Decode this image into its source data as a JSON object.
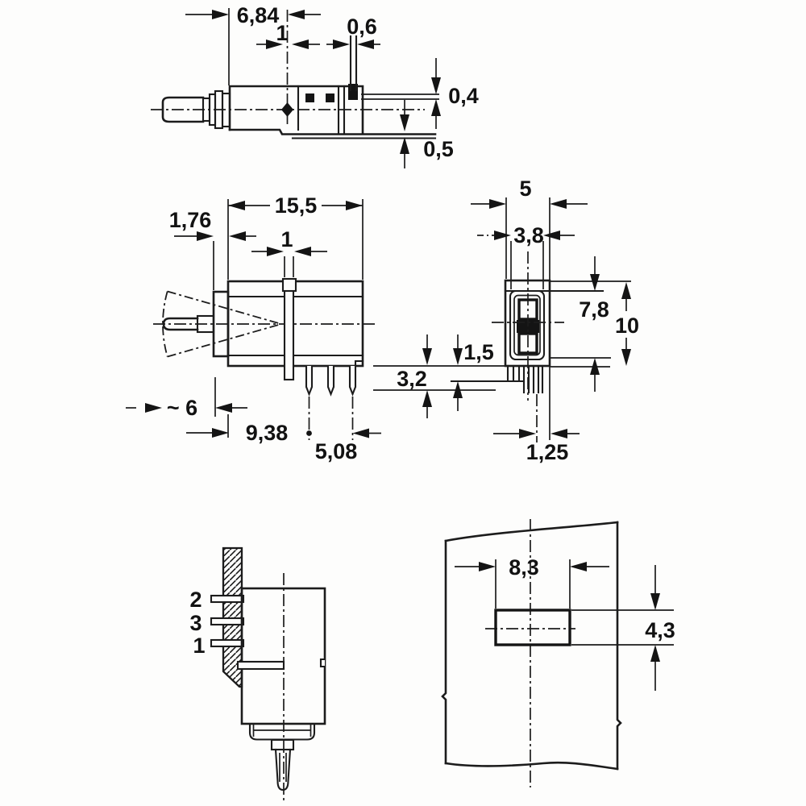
{
  "views": {
    "side": {
      "dims": {
        "len": "6,84",
        "pin_w": "1",
        "wall": "0,6",
        "gap_top": "0,4",
        "gap_bottom": "0,5"
      }
    },
    "front": {
      "dims": {
        "flange": "1,76",
        "body_len": "15,5",
        "pin_w": "1",
        "lever_len": "~ 6",
        "pin_offset": "9,38",
        "pin_pitch": "5,08"
      }
    },
    "rear": {
      "dims": {
        "width": "5",
        "slot": "3,8",
        "bracket_h": "7,8",
        "height": "10",
        "tab_offset": "1,5",
        "tab_depth": "3,2",
        "pin": "1,25"
      }
    },
    "mounted": {
      "pin_labels": [
        "2",
        "3",
        "1"
      ]
    },
    "cutout": {
      "dims": {
        "width": "8,3",
        "height": "4,3"
      }
    }
  }
}
